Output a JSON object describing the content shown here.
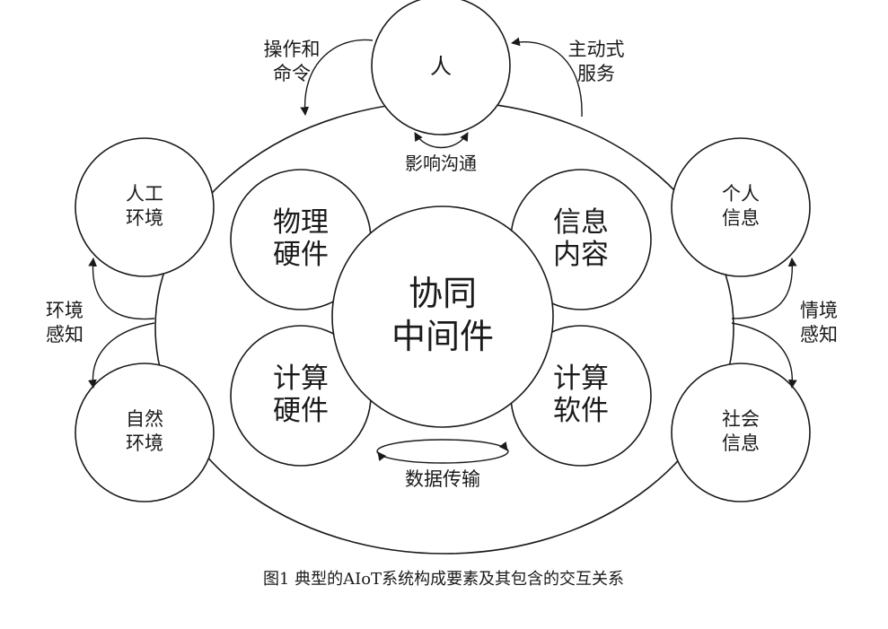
{
  "nodes": {
    "person": "人",
    "artificial_env": [
      "人工",
      "环境"
    ],
    "natural_env": [
      "自然",
      "环境"
    ],
    "personal_info": [
      "个人",
      "信息"
    ],
    "social_info": [
      "社会",
      "信息"
    ],
    "physical_hw": [
      "物理",
      "硬件"
    ],
    "info_content": [
      "信息",
      "内容"
    ],
    "compute_hw": [
      "计算",
      "硬件"
    ],
    "compute_sw": [
      "计算",
      "软件"
    ],
    "middleware": [
      "协同",
      "中间件"
    ]
  },
  "edge_labels": {
    "operate_command": [
      "操作和",
      "命令"
    ],
    "active_service": [
      "主动式",
      "服务"
    ],
    "influence": "影响沟通",
    "env_perception": [
      "环境",
      "感知"
    ],
    "context_perception": [
      "情境",
      "感知"
    ],
    "data_transfer": "数据传输"
  },
  "caption": "图1 典型的AIoT系统构成要素及其包含的交互关系",
  "colors": {
    "stroke": "#1a1a1a",
    "background": "#ffffff"
  }
}
